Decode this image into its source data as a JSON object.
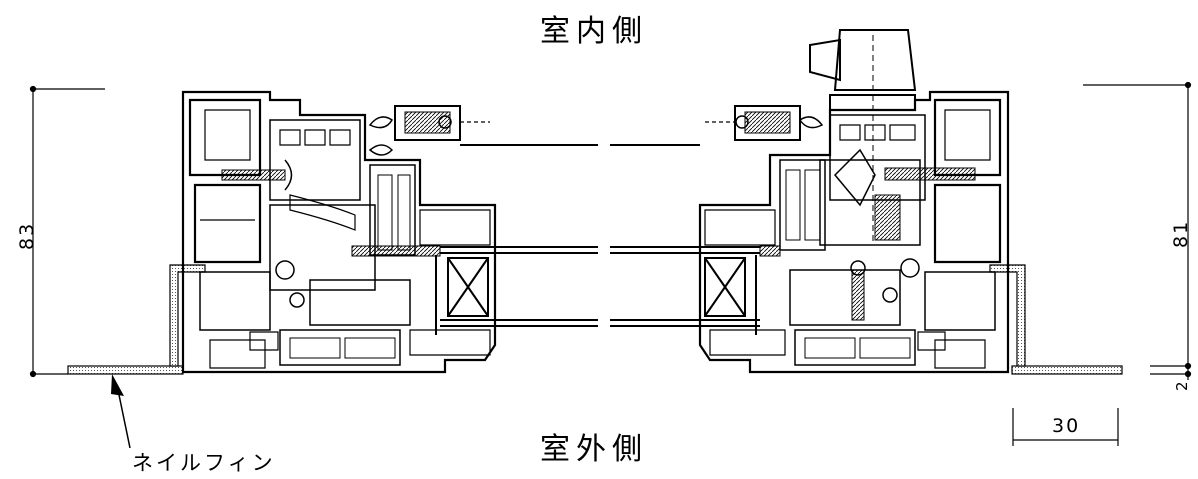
{
  "labels": {
    "indoor": "室内側",
    "outdoor": "室外側",
    "nail_fin": "ネイルフィン"
  },
  "dimensions": {
    "left_height": "83",
    "right_height": "81",
    "offset": "2",
    "width": "30"
  }
}
